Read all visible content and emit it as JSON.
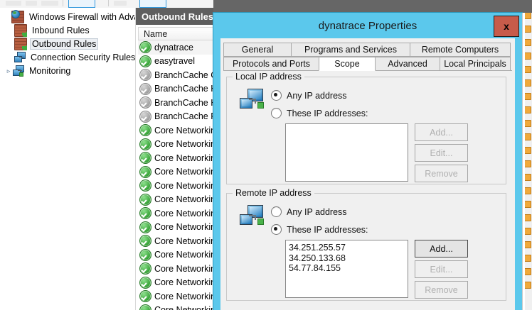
{
  "window": {
    "grey_band_color": "#666666",
    "dialog_frame_color": "#5bc8ec",
    "close_button_color": "#c75b4a"
  },
  "toolbar": {
    "note": "partially visible toolbar strip at top edge"
  },
  "tree": {
    "items": [
      {
        "label": "Windows Firewall with Advance",
        "icon": "firewall-globe-icon",
        "twisty": "",
        "selected": false,
        "indent": 12
      },
      {
        "label": "Inbound Rules",
        "icon": "inbound-rules-icon",
        "twisty": "",
        "selected": false,
        "indent": 28
      },
      {
        "label": "Outbound Rules",
        "icon": "outbound-rules-icon",
        "twisty": "",
        "selected": true,
        "indent": 28
      },
      {
        "label": "Connection Security Rules",
        "icon": "connection-security-icon",
        "twisty": "",
        "selected": false,
        "indent": 28
      },
      {
        "label": "Monitoring",
        "icon": "monitoring-icon",
        "twisty": "▹",
        "selected": false,
        "indent": 28
      }
    ]
  },
  "list_pane": {
    "header": "Outbound Rules",
    "column_header": "Name",
    "rows": [
      {
        "name": "dynatrace",
        "status": "enabled",
        "highlighted": true
      },
      {
        "name": "easytravel",
        "status": "enabled",
        "highlighted": false
      },
      {
        "name": "BranchCache C",
        "status": "disabled",
        "highlighted": false
      },
      {
        "name": "BranchCache H",
        "status": "disabled",
        "highlighted": false
      },
      {
        "name": "BranchCache H",
        "status": "disabled",
        "highlighted": false
      },
      {
        "name": "BranchCache P",
        "status": "disabled",
        "highlighted": false
      },
      {
        "name": "Core Networkin",
        "status": "enabled",
        "highlighted": false
      },
      {
        "name": "Core Networkin",
        "status": "enabled",
        "highlighted": false
      },
      {
        "name": "Core Networkin",
        "status": "enabled",
        "highlighted": false
      },
      {
        "name": "Core Networkin",
        "status": "enabled",
        "highlighted": false
      },
      {
        "name": "Core Networkin",
        "status": "enabled",
        "highlighted": false
      },
      {
        "name": "Core Networkin",
        "status": "enabled",
        "highlighted": false
      },
      {
        "name": "Core Networkin",
        "status": "enabled",
        "highlighted": false
      },
      {
        "name": "Core Networkin",
        "status": "enabled",
        "highlighted": false
      },
      {
        "name": "Core Networkin",
        "status": "enabled",
        "highlighted": false
      },
      {
        "name": "Core Networkin",
        "status": "enabled",
        "highlighted": false
      },
      {
        "name": "Core Networkin",
        "status": "enabled",
        "highlighted": false
      },
      {
        "name": "Core Networkin",
        "status": "enabled",
        "highlighted": false
      },
      {
        "name": "Core Networkin",
        "status": "enabled",
        "highlighted": false
      },
      {
        "name": "Core Networkin",
        "status": "enabled",
        "highlighted": false
      }
    ]
  },
  "dialog": {
    "title": "dynatrace Properties",
    "close_label": "x",
    "tabs_row1": [
      {
        "label": "General",
        "active": false,
        "width": 96
      },
      {
        "label": "Programs and Services",
        "active": false,
        "width": 168
      },
      {
        "label": "Remote Computers",
        "active": false,
        "width": 142
      }
    ],
    "tabs_row2": [
      {
        "label": "Protocols and Ports",
        "active": false,
        "width": 135
      },
      {
        "label": "Scope",
        "active": true,
        "width": 80
      },
      {
        "label": "Advanced",
        "active": false,
        "width": 92
      },
      {
        "label": "Local Principals",
        "active": false,
        "width": 100
      }
    ],
    "local": {
      "group_title": "Local IP address",
      "icon": "network-computers-icon",
      "radio_any": {
        "label": "Any IP address",
        "checked": true
      },
      "radio_these": {
        "label": "These IP addresses:",
        "checked": false
      },
      "addresses": [],
      "buttons": [
        {
          "label": "Add...",
          "enabled": false
        },
        {
          "label": "Edit...",
          "enabled": false
        },
        {
          "label": "Remove",
          "enabled": false
        }
      ]
    },
    "remote": {
      "group_title": "Remote IP address",
      "icon": "network-computers-icon",
      "radio_any": {
        "label": "Any IP address",
        "checked": false
      },
      "radio_these": {
        "label": "These IP addresses:",
        "checked": true
      },
      "addresses": [
        "34.251.255.57",
        "34.250.133.68",
        "54.77.84.155"
      ],
      "buttons": [
        {
          "label": "Add...",
          "enabled": true
        },
        {
          "label": "Edit...",
          "enabled": false
        },
        {
          "label": "Remove",
          "enabled": false
        }
      ]
    }
  }
}
